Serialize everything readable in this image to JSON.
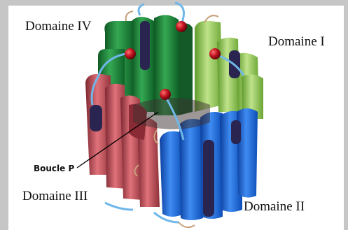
{
  "labels": {
    "domain_iv": "Domaine IV",
    "domain_i": "Domaine I",
    "domain_iii": "Domaine III",
    "domain_ii": "Domaine II",
    "p_loop": "Boucle P"
  },
  "colors": {
    "domain_i": "#9ccf5a",
    "domain_ii": "#1f6fe0",
    "domain_iii": "#c8505a",
    "domain_iv": "#1f8a3a",
    "connector": "#6fb7e8",
    "sphere": "#b0101a",
    "dark_helix": "#2a2550"
  }
}
